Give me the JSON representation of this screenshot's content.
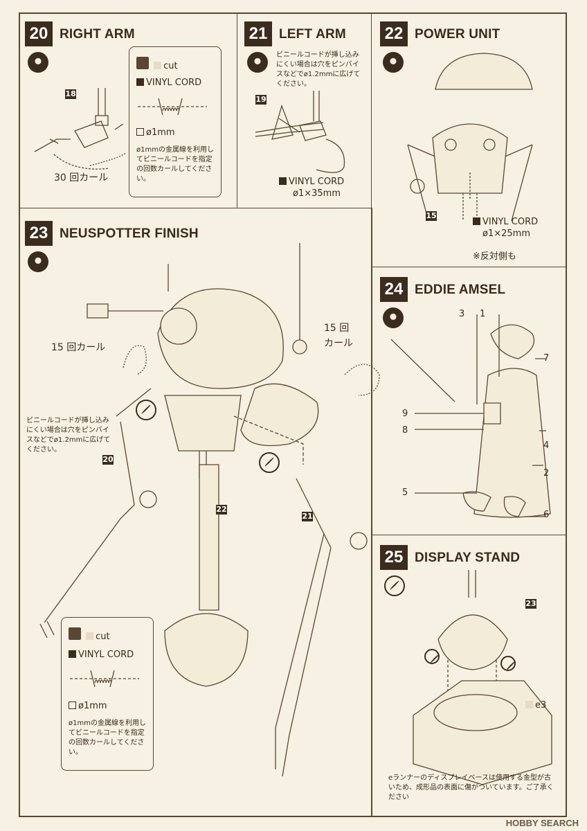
{
  "steps": {
    "s20": {
      "num": "20",
      "title": "RIGHT ARM",
      "part": "18",
      "curl": "30 回カール",
      "box": {
        "cut": "cut",
        "vinyl": "VINYL CORD",
        "wire": "ø1mm",
        "note": "ø1mmの金属線を利用してビニールコードを指定の回数カールしてください。"
      }
    },
    "s21": {
      "num": "21",
      "title": "LEFT ARM",
      "part": "19",
      "note": "ビニールコードが挿し込みにくい場合は穴をピンバイスなどでø1.2mmに広げてください。",
      "cord": "VINYL CORD",
      "cord_size": "ø1×35mm"
    },
    "s22": {
      "num": "22",
      "title": "POWER UNIT",
      "part": "15",
      "cord": "VINYL CORD",
      "cord_size": "ø1×25mm",
      "both": "※反対側も"
    },
    "s23": {
      "num": "23",
      "title": "NEUSPOTTER FINISH",
      "curl_left": "15 回カール",
      "curl_right_a": "15 回",
      "curl_right_b": "カール",
      "note": "ビニールコードが挿し込みにくい場合は穴をピンバイスなどでø1.2mmに広げてください。",
      "part_a": "20",
      "part_b": "22",
      "part_c": "21",
      "box": {
        "cut": "cut",
        "vinyl": "VINYL CORD",
        "wire": "ø1mm",
        "note": "ø1mmの金属線を利用してビニールコードを指定の回数カールしてください。"
      }
    },
    "s24": {
      "num": "24",
      "title": "EDDIE AMSEL",
      "callouts": {
        "c3": "3",
        "c1": "1",
        "c7": "7",
        "c9": "9",
        "c8": "8",
        "c4": "4",
        "c2": "2",
        "c5": "5",
        "c6": "6"
      }
    },
    "s25": {
      "num": "25",
      "title": "DISPLAY STAND",
      "part": "23",
      "runner": "e3",
      "note": "eランナーのディスプレイベースは使用する金型が古いため、成形品の表面に傷がついています。ご了承ください"
    }
  },
  "watermark": "HOBBY SEARCH",
  "colors": {
    "ink": "#3b2c1e",
    "paper": "#f6f1e2",
    "line": "#5a4634"
  }
}
